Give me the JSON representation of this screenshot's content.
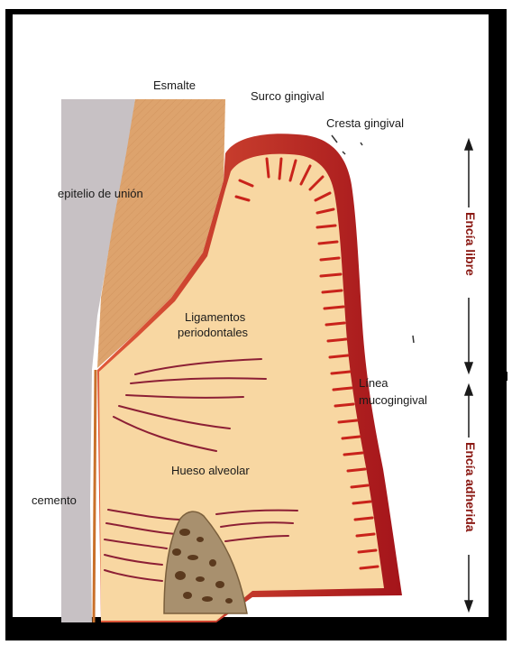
{
  "labels": {
    "esmalte": "Esmalte",
    "surco": "Surco gingival",
    "cresta": "Cresta gingival",
    "epitelio": "epitelio de unión",
    "ligamentos_1": "Ligamentos",
    "ligamentos_2": "periodontales",
    "linea_1": "Línea",
    "linea_2": "mucogingival",
    "hueso": "Hueso alveolar",
    "cemento": "cemento",
    "encia_libre": "Encía libre",
    "encia_adherida": "Encía adherida"
  },
  "colors": {
    "tooth_root": "#c7c1c4",
    "enamel": "#dda36d",
    "gingiva_tissue": "#f8d7a2",
    "gingiva_border": "#c9231b",
    "bone": "#a8906e",
    "fibers": "#8c1f35",
    "annotation": "#8b1a14"
  }
}
